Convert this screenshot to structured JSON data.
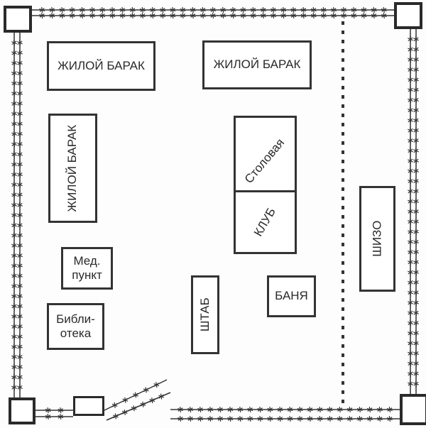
{
  "title": "Схема лагеря",
  "buildings": {
    "barrack_1": "ЖИЛОЙ БАРАК",
    "barrack_2": "ЖИЛОЙ БАРАК",
    "barrack_3": "ЖИЛОЙ БАРАК",
    "canteen": "Столовая",
    "club": "КЛУБ",
    "medical_line1": "Мед.",
    "medical_line2": "пункт",
    "library_line1": "Библи-",
    "library_line2": "отека",
    "hq": "ШТАБ",
    "bathhouse": "БАНЯ",
    "isolation": "ШИЗО"
  },
  "colors": {
    "ink": "#2a2a2a",
    "background": "#fdfdfd"
  }
}
